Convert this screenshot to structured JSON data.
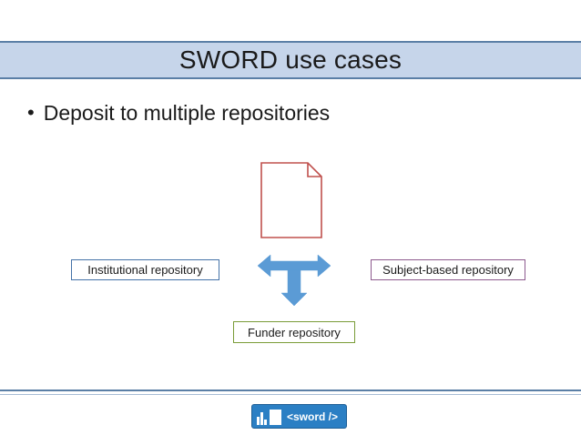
{
  "slide": {
    "title": "SWORD use cases",
    "bullet_marker": "•",
    "bullet_text": "Deposit to multiple repositories",
    "diagram": {
      "document_icon": "document-page-icon",
      "boxes": [
        {
          "label": "Institutional repository",
          "border_color": "#4472a8"
        },
        {
          "label": "Subject-based repository",
          "border_color": "#8d5a8e"
        },
        {
          "label": "Funder repository",
          "border_color": "#7a9c38"
        }
      ],
      "arrows": {
        "icon": "three-way-arrow-icon",
        "color": "#5b9bd5",
        "directions": [
          "left",
          "right",
          "down"
        ]
      }
    },
    "footer": {
      "logo_text": "<sword />",
      "logo_color": "#2b7fc4"
    },
    "colors": {
      "title_band": "#c6d5ea",
      "rule": "#5b7fa6",
      "document_outline": "#c0504d"
    }
  }
}
